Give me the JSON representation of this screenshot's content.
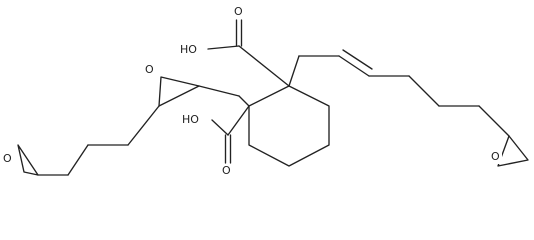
{
  "structure": {
    "labels": {
      "o_top_double": "O",
      "oh_top": "HO",
      "o_left_double": "O",
      "oh_left": "HO",
      "o_epoxide_middle": "O",
      "o_epoxide_left": "O",
      "o_epoxide_right": "O"
    }
  }
}
